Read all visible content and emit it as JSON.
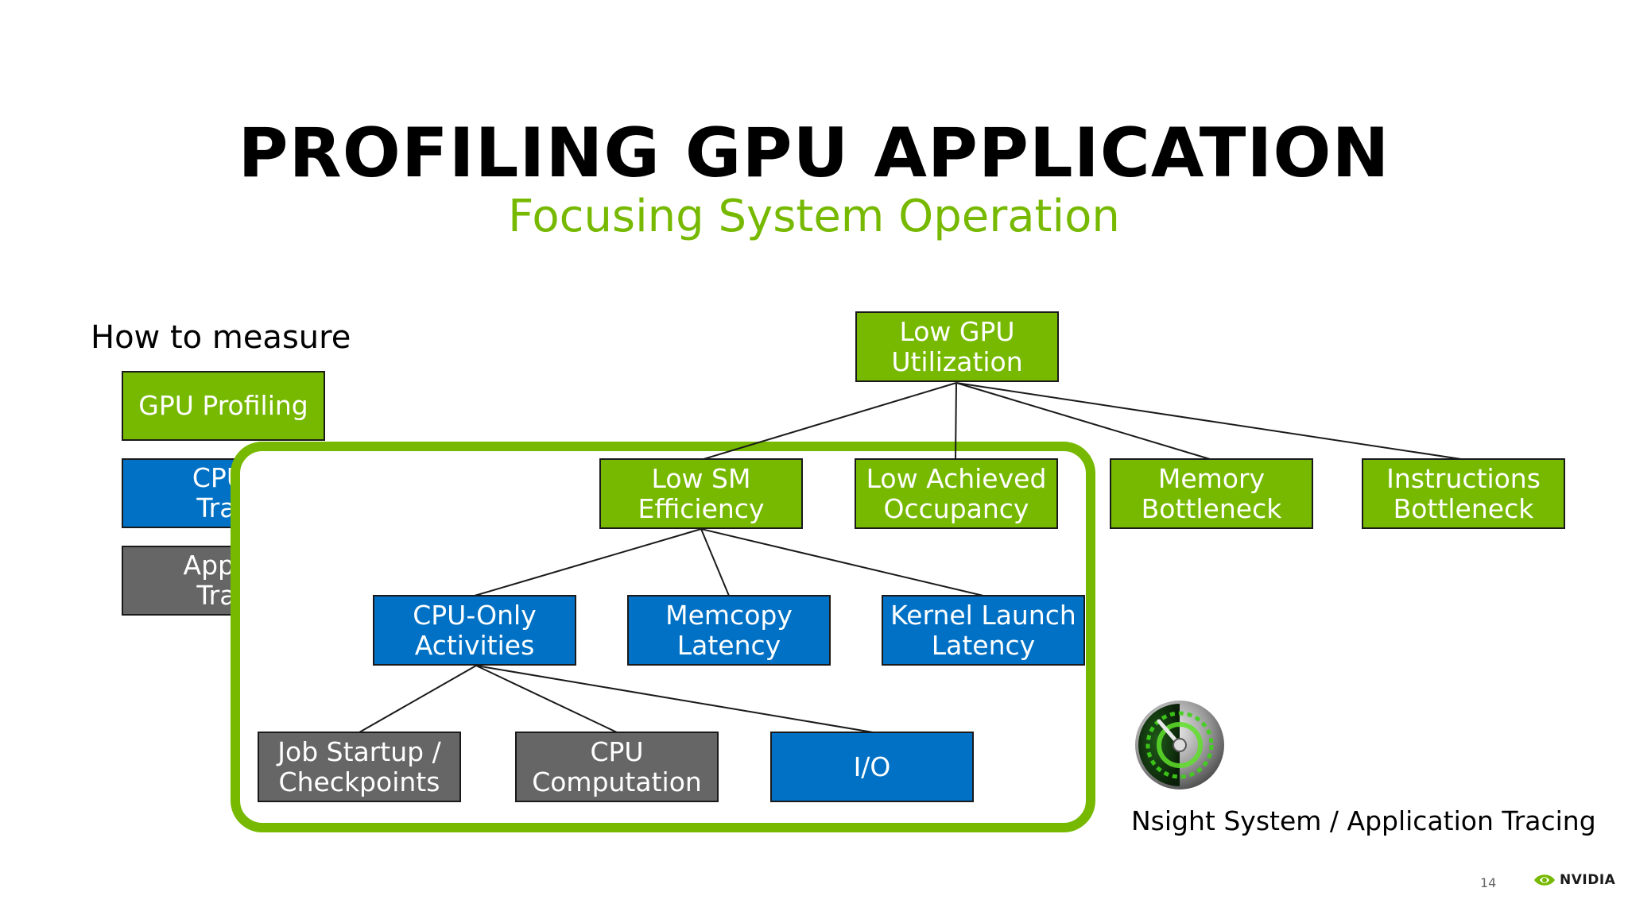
{
  "slide": {
    "title": "PROFILING GPU APPLICATION",
    "subtitle": "Focusing System Operation",
    "page_number": "14",
    "logo_text": "NVIDIA",
    "colors": {
      "accent_green": "#76b900",
      "blue": "#0071c5",
      "gray": "#666666"
    }
  },
  "measure": {
    "heading": "How to measure",
    "items": [
      {
        "label": "GPU Profiling",
        "color": "green"
      },
      {
        "label": "CPU/\nTrac",
        "color": "blue"
      },
      {
        "label": "Applic\nTrac",
        "color": "gray"
      }
    ]
  },
  "tree": {
    "root": {
      "label": "Low GPU\nUtilization",
      "color": "green"
    },
    "level1": [
      {
        "label": "Low SM\nEfficiency",
        "color": "green"
      },
      {
        "label": "Low Achieved\nOccupancy",
        "color": "green"
      },
      {
        "label": "Memory\nBottleneck",
        "color": "green"
      },
      {
        "label": "Instructions\nBottleneck",
        "color": "green"
      }
    ],
    "level2": [
      {
        "label": "CPU-Only\nActivities",
        "color": "blue"
      },
      {
        "label": "Memcopy\nLatency",
        "color": "blue"
      },
      {
        "label": "Kernel Launch\nLatency",
        "color": "blue"
      }
    ],
    "level3": [
      {
        "label": "Job Startup /\nCheckpoints",
        "color": "gray"
      },
      {
        "label": "CPU\nComputation",
        "color": "gray"
      },
      {
        "label": "I/O",
        "color": "blue"
      }
    ]
  },
  "tool": {
    "icon": "nsight-gauge-icon",
    "caption": "Nsight System / Application Tracing"
  }
}
